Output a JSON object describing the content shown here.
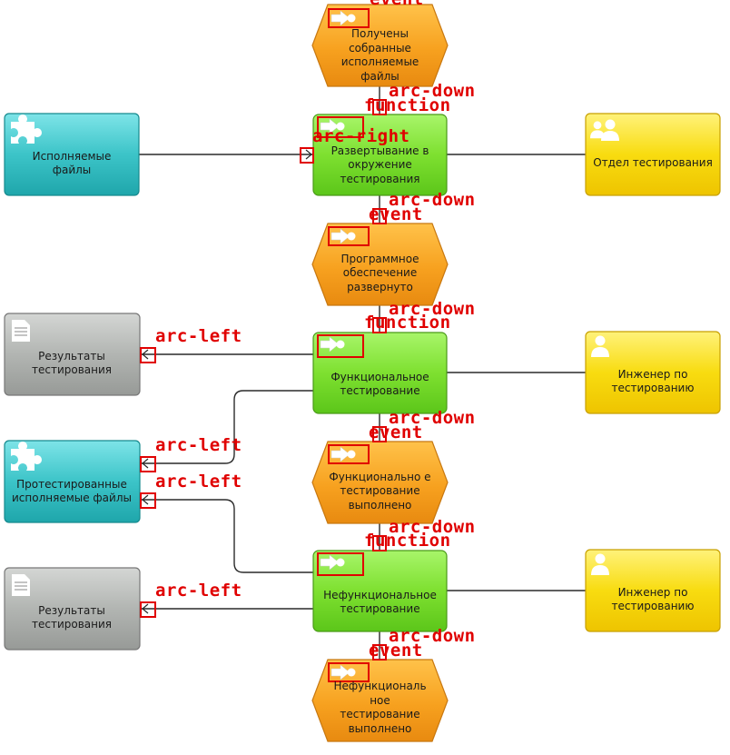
{
  "diagram": {
    "type": "EPC process chain",
    "nodes": [
      {
        "id": "ev1",
        "kind": "event",
        "label": "Получены собранные исполняемые файлы"
      },
      {
        "id": "fn1",
        "kind": "function",
        "label": "Развертывание в окружение тестирования"
      },
      {
        "id": "ev2",
        "kind": "event",
        "label": "Программное обеспечение развернуто"
      },
      {
        "id": "fn2",
        "kind": "function",
        "label": "Функциональное тестирование"
      },
      {
        "id": "ev3",
        "kind": "event",
        "label": "Функционально е тестирование выполнено"
      },
      {
        "id": "fn3",
        "kind": "function",
        "label": "Нефункциональное тестирование"
      },
      {
        "id": "ev4",
        "kind": "event",
        "label": "Нефункциональ ное тестирование выполнено"
      },
      {
        "id": "in1",
        "kind": "component",
        "label": "Исполняемые файлы"
      },
      {
        "id": "out1",
        "kind": "document",
        "label": "Результаты тестирования"
      },
      {
        "id": "out2",
        "kind": "component",
        "label": "Протестированные исполняемые файлы"
      },
      {
        "id": "out3",
        "kind": "document",
        "label": "Результаты тестирования"
      },
      {
        "id": "org1",
        "kind": "org-unit",
        "label": "Отдел тестирования"
      },
      {
        "id": "role1",
        "kind": "role",
        "label": "Инженер по тестированию"
      },
      {
        "id": "role2",
        "kind": "role",
        "label": "Инженер по тестированию"
      }
    ],
    "tags": {
      "event": "event",
      "function": "function",
      "arc_down": "arc-down",
      "arc_right": "arc-right",
      "arc_left": "arc-left"
    },
    "colors": {
      "event": "#f5a020",
      "function": "#7ee030",
      "component": "#3cc4c8",
      "document": "#a8aca8",
      "org": "#f8d800",
      "annotation": "#e00000"
    }
  }
}
